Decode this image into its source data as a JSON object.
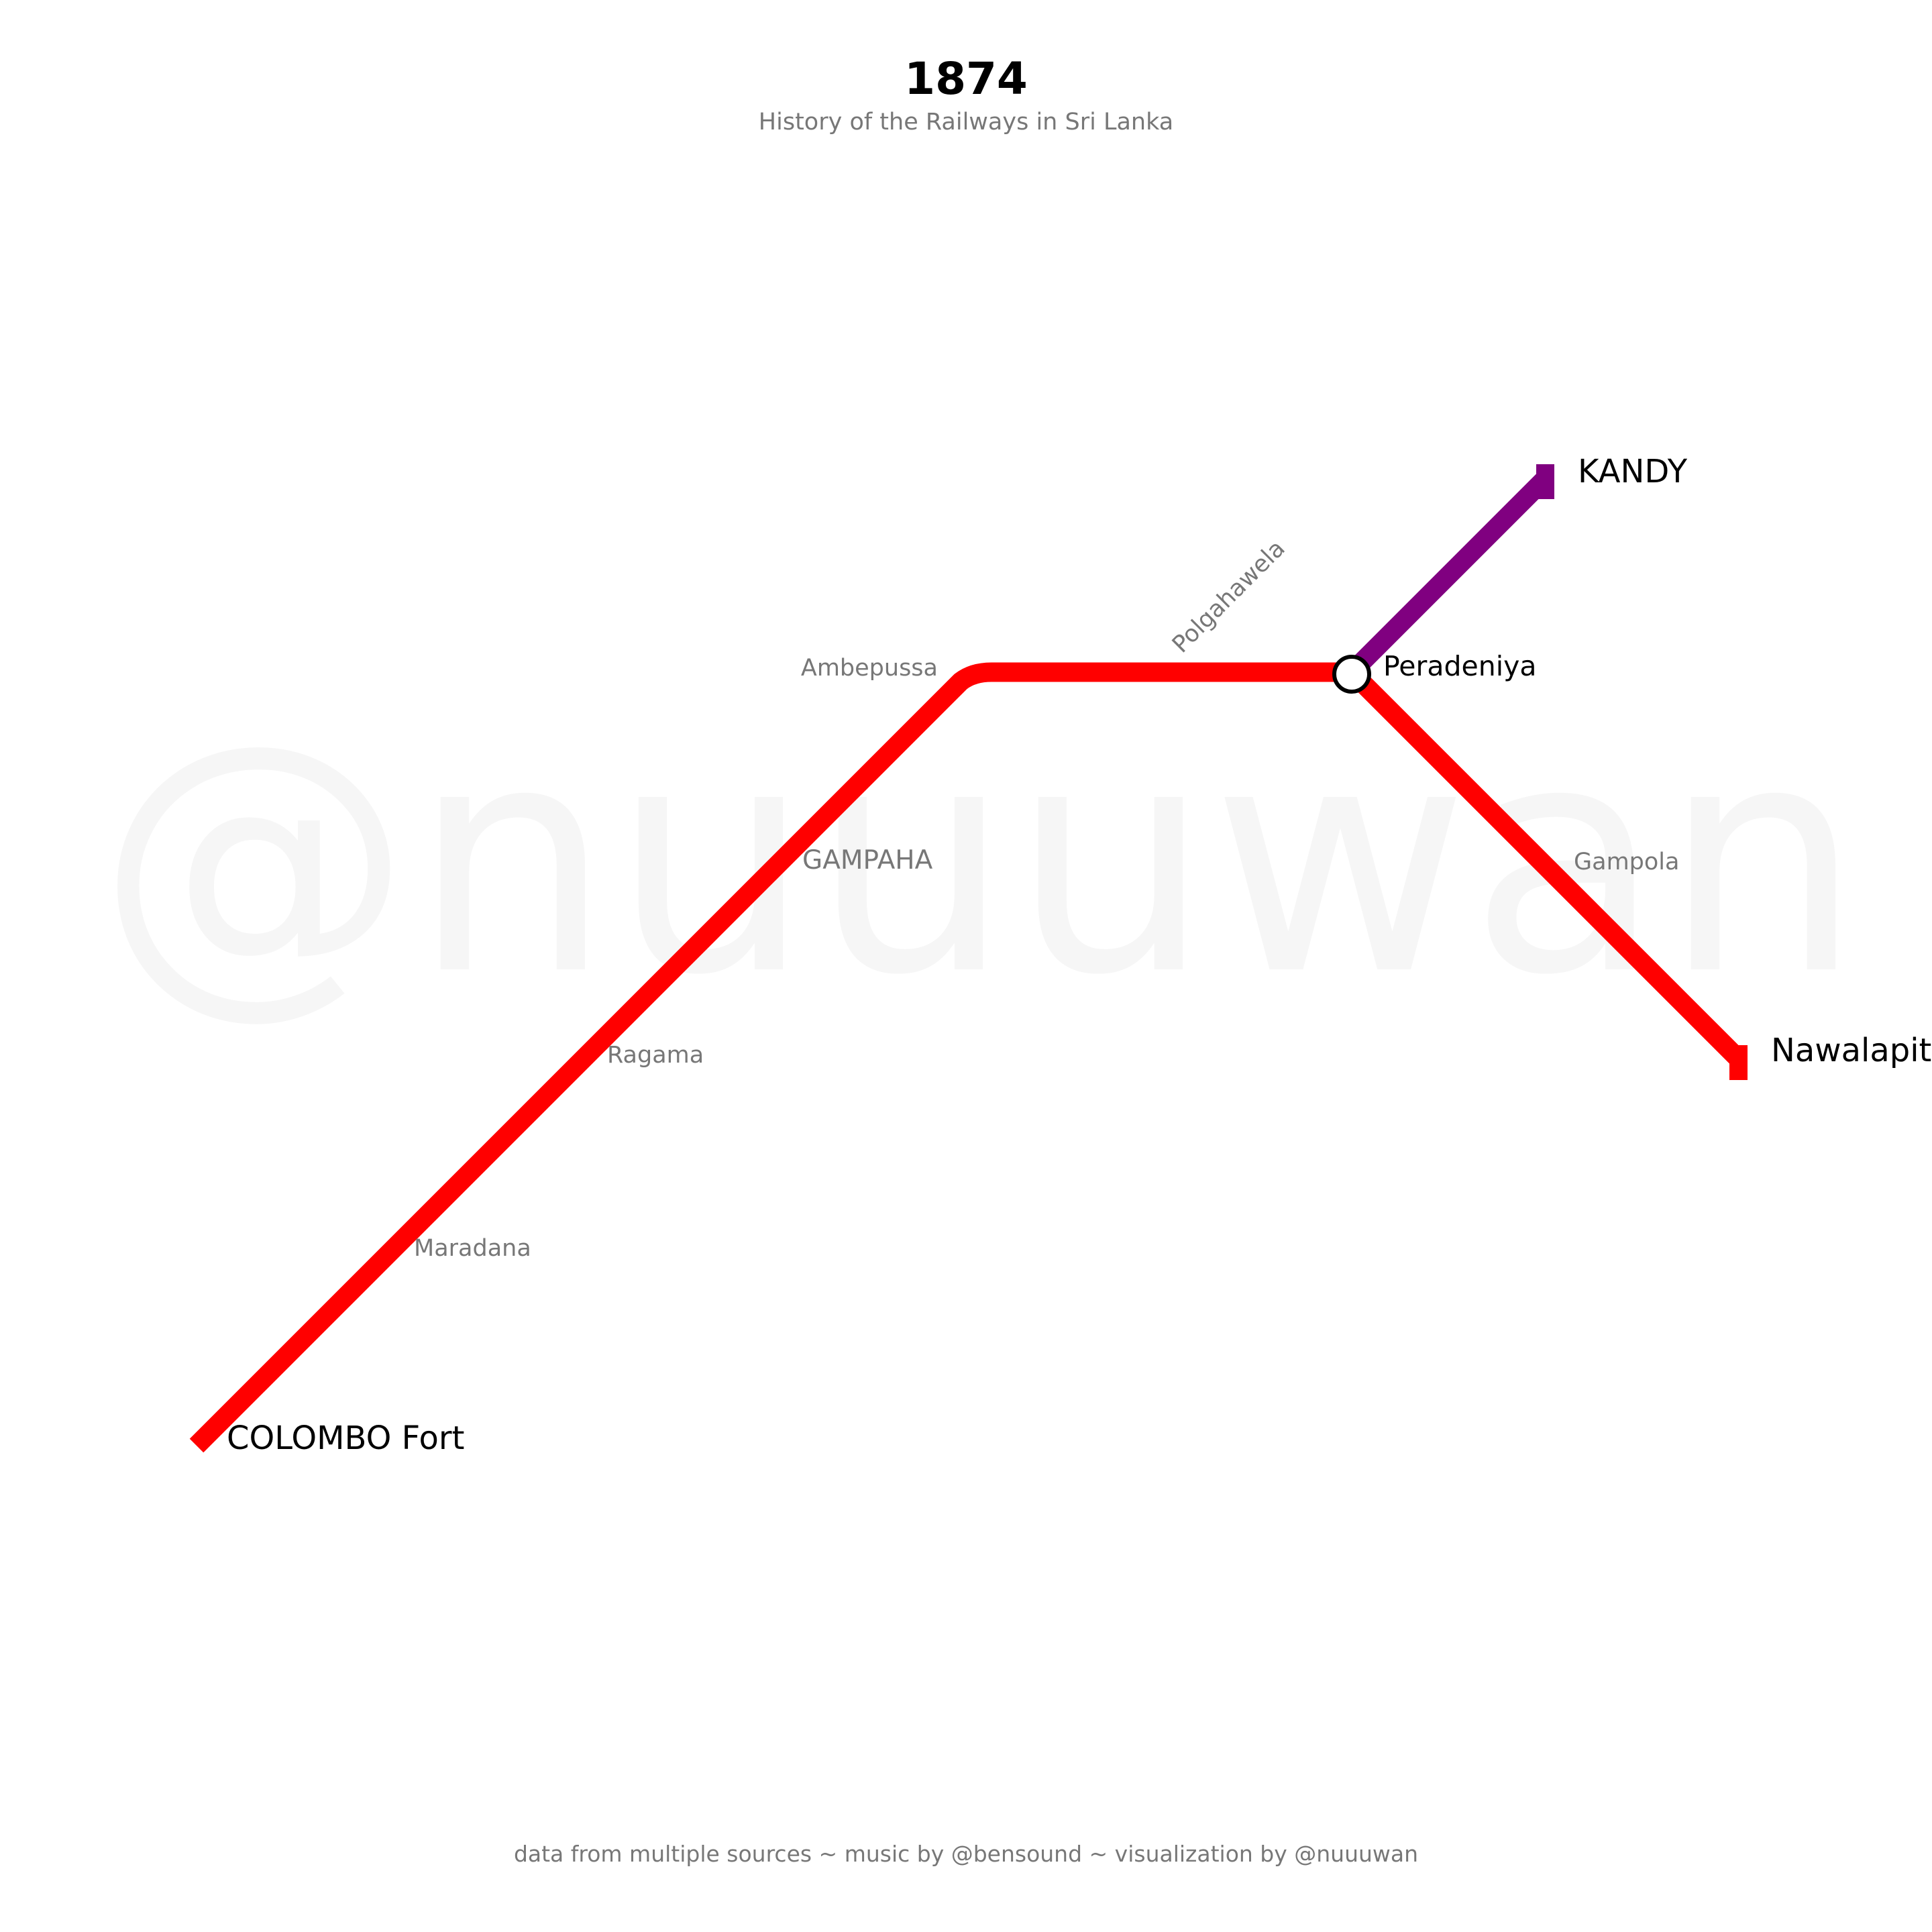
{
  "header": {
    "year": "1874",
    "subtitle": "History of the Railways in Sri Lanka"
  },
  "watermark": "@nuuuwan",
  "footer": "data from multiple sources ~ music by @bensound ~ visualization by @nuuuwan",
  "lines": {
    "main_line": {
      "color": "#ff0000"
    },
    "kandy_branch": {
      "color": "#800080"
    }
  },
  "stations": {
    "colombo_fort": "COLOMBO Fort",
    "maradana": "Maradana",
    "ragama": "Ragama",
    "gampaha": "GAMPAHA",
    "ambepussa": "Ambepussa",
    "polgahawela": "Polgahawela",
    "peradeniya": "Peradeniya",
    "kandy": "KANDY",
    "gampola": "Gampola",
    "nawalapitiya": "Nawalapit"
  }
}
